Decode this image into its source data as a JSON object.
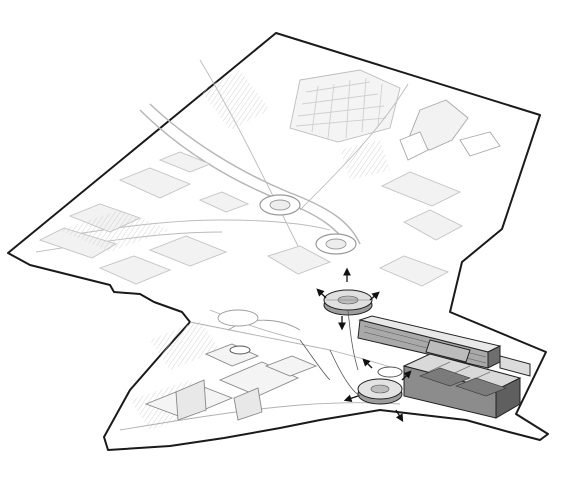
{
  "diagram": {
    "kind": "axonometric-site-plan",
    "colors": {
      "background": "#ffffff",
      "boundary": "#1a1a1a",
      "context_line": "#bdbdbd",
      "context_fill": "#f3f3f3",
      "building_light": "#e6e6e6",
      "building_mid": "#a9a9a9",
      "building_dark": "#6e6e6e",
      "arrow": "#111111"
    },
    "icons": [
      "north-up-arrow",
      "circulation-arrow"
    ]
  }
}
